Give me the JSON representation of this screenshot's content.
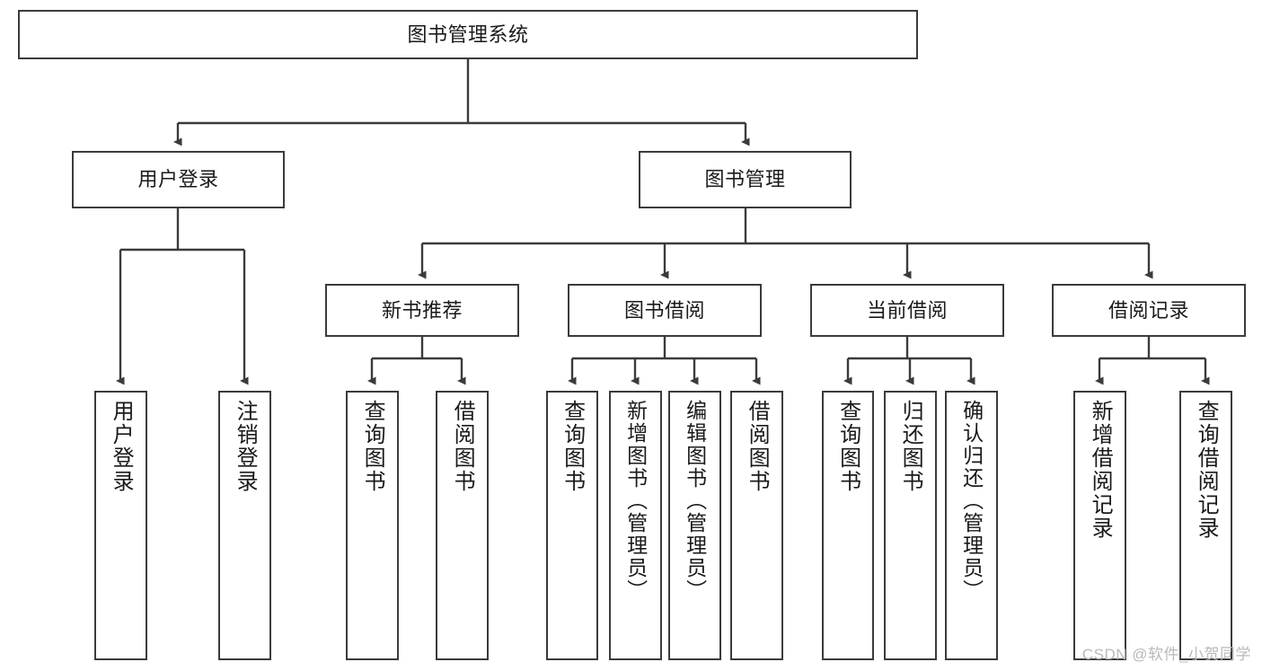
{
  "diagram": {
    "title": "图书管理系统",
    "watermark": "CSDN @软件_小贺同学",
    "colors": {
      "background": "#ffffff",
      "stroke": "#3b3b3b",
      "text": "#1a1a1a",
      "watermark": "#b9b9b9"
    },
    "root": {
      "label": "图书管理系统"
    },
    "level2": [
      {
        "label": "用户登录"
      },
      {
        "label": "图书管理"
      }
    ],
    "level3": [
      {
        "label": "新书推荐"
      },
      {
        "label": "图书借阅"
      },
      {
        "label": "当前借阅"
      },
      {
        "label": "借阅记录"
      }
    ],
    "leaves": {
      "user_login": [
        {
          "label": "用户登录"
        },
        {
          "label": "注销登录"
        }
      ],
      "new_book_recommend": [
        {
          "label": "查询图书"
        },
        {
          "label": "借阅图书"
        }
      ],
      "book_borrow": [
        {
          "label": "查询图书"
        },
        {
          "label": "新增图书（管理员）"
        },
        {
          "label": "编辑图书（管理员）"
        },
        {
          "label": "借阅图书"
        }
      ],
      "current_borrow": [
        {
          "label": "查询图书"
        },
        {
          "label": "归还图书"
        },
        {
          "label": "确认归还（管理员）"
        }
      ],
      "borrow_records": [
        {
          "label": "新增借阅记录"
        },
        {
          "label": "查询借阅记录"
        }
      ]
    }
  }
}
